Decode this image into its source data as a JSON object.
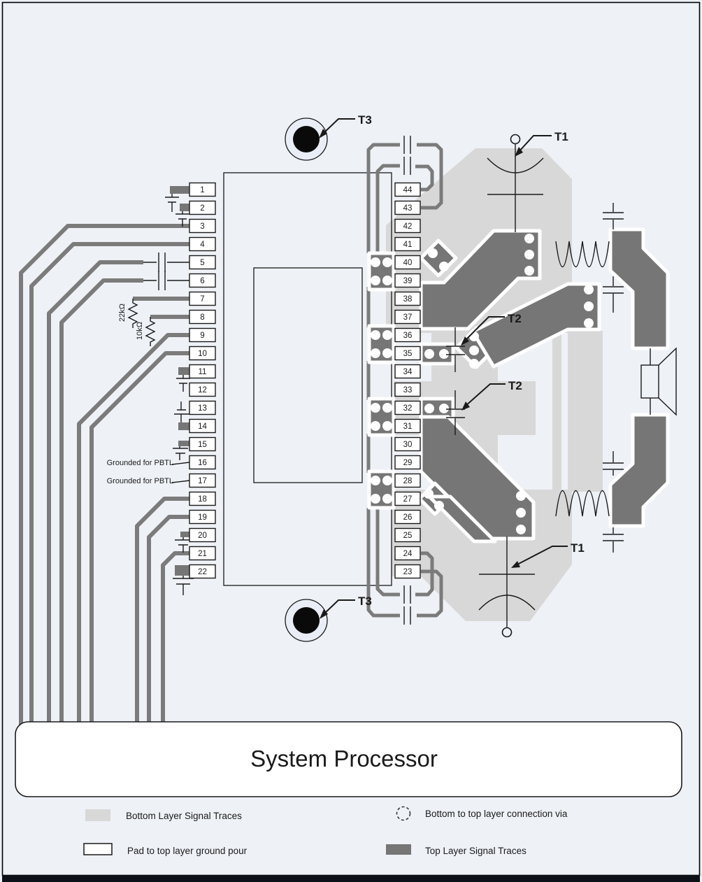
{
  "ic": {
    "left_pins": [
      "1",
      "2",
      "3",
      "4",
      "5",
      "6",
      "7",
      "8",
      "9",
      "10",
      "11",
      "12",
      "13",
      "14",
      "15",
      "16",
      "17",
      "18",
      "19",
      "20",
      "21",
      "22"
    ],
    "right_pins": [
      "44",
      "43",
      "42",
      "41",
      "40",
      "39",
      "38",
      "37",
      "36",
      "35",
      "34",
      "33",
      "32",
      "31",
      "30",
      "29",
      "28",
      "27",
      "26",
      "25",
      "24",
      "23"
    ]
  },
  "labels": {
    "t1": "T1",
    "t2": "T2",
    "t3": "T3",
    "grounded_pbtl": "Grounded for PBTL",
    "r_22k": "22kΩ",
    "r_10k": "10kΩ"
  },
  "system_block": {
    "label": "System Processor"
  },
  "legend": {
    "items": [
      {
        "key": "bottom-layer-trace",
        "label": "Bottom Layer Signal Traces"
      },
      {
        "key": "top-ground-pad",
        "label": "Pad to top layer ground pour"
      },
      {
        "key": "via",
        "label": "Bottom to top layer connection via"
      },
      {
        "key": "top-layer-trace",
        "label": "Top Layer Signal Traces"
      }
    ]
  },
  "colors": {
    "background": "#eef1f6",
    "bottom_layer_trace": "#d8d8d8",
    "top_layer_trace": "#767676",
    "outline": "#1a1a1a",
    "via_fill": "#ffffff",
    "bottom_bar": "#0d1117"
  }
}
